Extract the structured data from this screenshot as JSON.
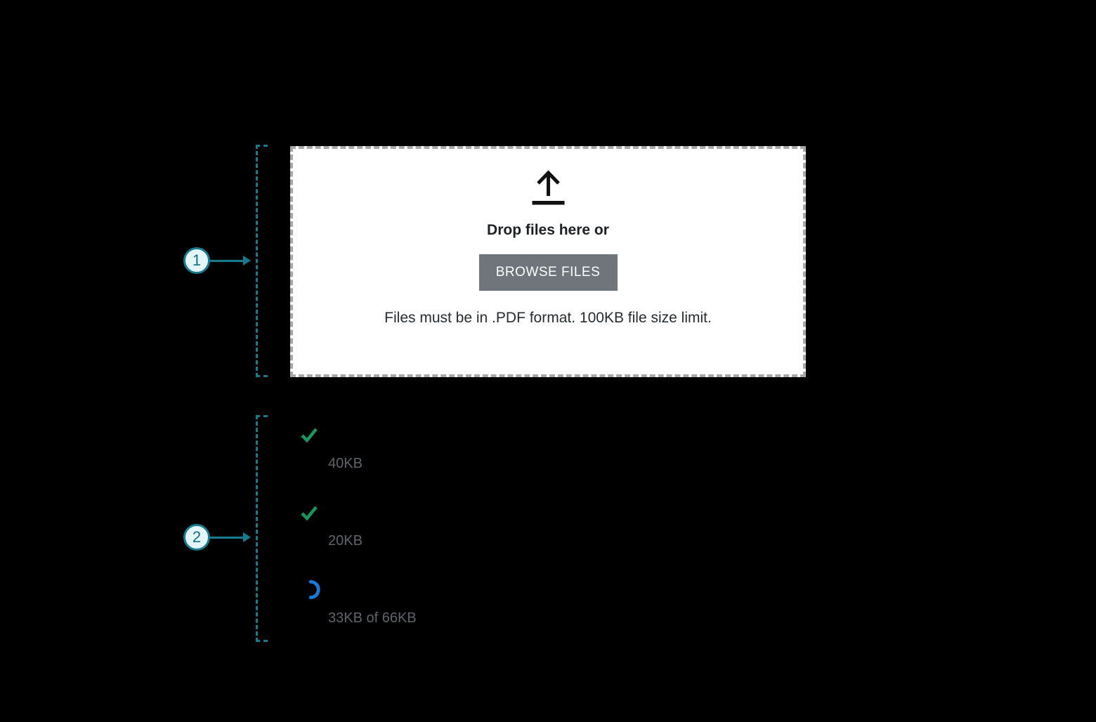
{
  "annotations": {
    "callouts": [
      {
        "number": "1",
        "target": "dropzone"
      },
      {
        "number": "2",
        "target": "file-list"
      }
    ]
  },
  "dropzone": {
    "icon": "upload-icon",
    "title": "Drop files here or",
    "button_label": "BROWSE FILES",
    "note": "Files must be in .PDF format. 100KB file size limit."
  },
  "file_list": {
    "items": [
      {
        "status": "uploaded",
        "icon": "check-icon",
        "size_label": "40KB"
      },
      {
        "status": "uploaded",
        "icon": "check-icon",
        "size_label": "20KB"
      },
      {
        "status": "uploading",
        "icon": "spinner-icon",
        "size_label": "33KB of 66KB"
      }
    ]
  },
  "colors": {
    "background": "#000000",
    "annotation_teal": "#157b8d",
    "callout_fill": "#e3f5f9",
    "dropzone_border_gray": "#a8a8a8",
    "button_gray": "#6f757a",
    "success_green": "#18975f",
    "progress_blue": "#1779d8",
    "muted_text_gray": "#5f646a"
  }
}
